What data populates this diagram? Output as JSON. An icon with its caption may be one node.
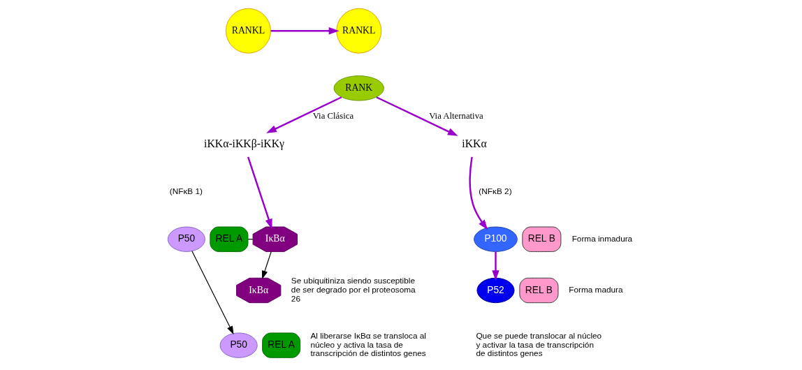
{
  "diagram": {
    "nodes": [
      {
        "text": [
          "RANKL"
        ]
      },
      {
        "text": [
          "RANKL"
        ]
      },
      {
        "text": [
          "RANK"
        ]
      },
      {
        "text": [
          "iKKα-iKKβ-iKKγ"
        ]
      },
      {
        "text": [
          "iKKα"
        ]
      },
      {
        "text": [
          "P50"
        ],
        "beside": [
          "(NFκB 1)"
        ]
      },
      {
        "text": [
          "REL A"
        ]
      },
      {
        "text": [
          "IκBα"
        ]
      },
      {
        "text": [
          "IκBα"
        ],
        "beside": [
          "Se ubiquitiniza siendo susceptible de ser degrado por el proteosoma 26"
        ]
      },
      {
        "text": [
          "P50"
        ]
      },
      {
        "text": [
          "REL A"
        ],
        "beside": [
          "Al liberarse IκBα se transloca al núcleo y activa la tasa de transcripción de distintos genes"
        ]
      },
      {
        "text": [
          "P100"
        ],
        "beside": [
          "(NFκB 2)"
        ]
      },
      {
        "text": [
          "REL B"
        ],
        "beside": [
          "Forma inmadura"
        ]
      },
      {
        "text": [
          "P52"
        ]
      },
      {
        "text": [
          "REL B"
        ],
        "beside": [
          "Forma madura"
        ]
      }
    ],
    "edges": [
      {
        "from": 0,
        "to": 1,
        "arrow": "to"
      },
      {
        "from": 2,
        "to": 3,
        "arrow": "to",
        "label": "Via Clásica"
      },
      {
        "from": 2,
        "to": 4,
        "arrow": "to",
        "label": "Via Alternativa"
      },
      {
        "from": 3,
        "to": 7,
        "arrow": "to"
      },
      {
        "from": 6,
        "to": 7,
        "arrow": "none",
        "color": "#000000"
      },
      {
        "from": 7,
        "to": 8,
        "arrow": "to",
        "color": "#000000"
      },
      {
        "from": 5,
        "to": 9,
        "arrow": "to",
        "color": "#000000"
      },
      {
        "from": 4,
        "to": 11,
        "arrow": "to"
      },
      {
        "from": 11,
        "to": 13,
        "arrow": "to"
      }
    ],
    "labels": [
      "Que se puede translocar al núcleo y activar la tasa de transcripción de distintos genes"
    ]
  }
}
